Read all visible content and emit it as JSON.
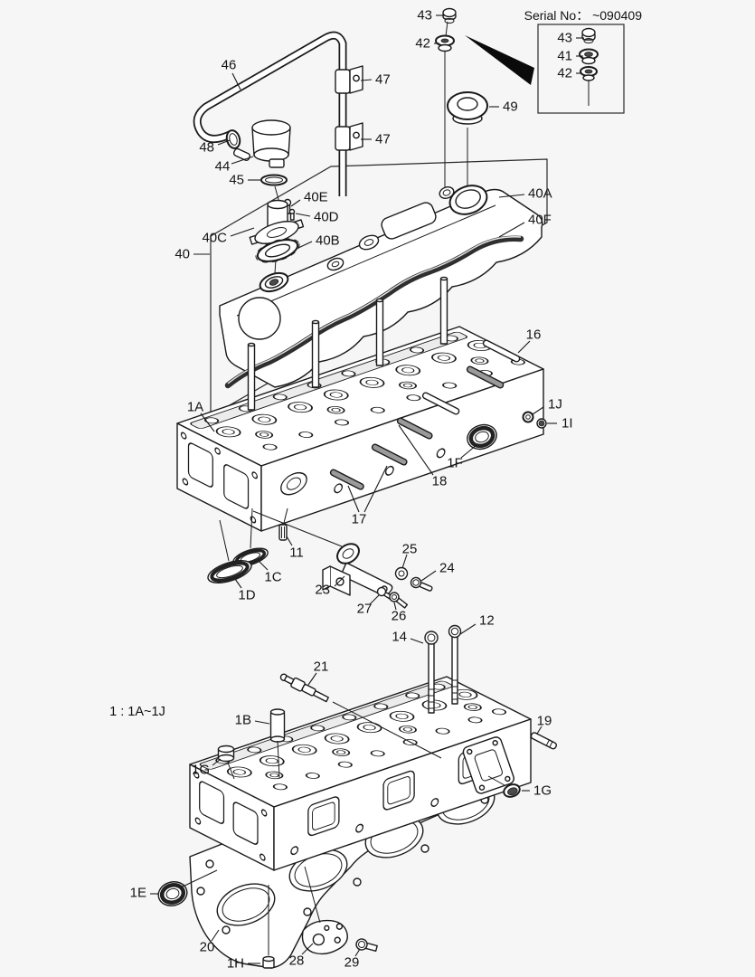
{
  "image": {
    "background": "#f6f6f6",
    "line_color": "#1a1a1a",
    "shade_color": "#ececec",
    "dark_color": "#2f2f2f"
  },
  "header": {
    "serial_label": "Serial No： ~090409"
  },
  "notes": {
    "scale_range": "1 : 1A~1J"
  },
  "callouts": {
    "inset_43": "43",
    "inset_41": "41",
    "inset_42": "42",
    "top_43": "43",
    "top_42": "42",
    "cap_49": "49",
    "tube_46": "46",
    "clamp_47_upper": "47",
    "clamp_47_lower": "47",
    "clip_48": "48",
    "cup_44": "44",
    "oring_45": "45",
    "vc_40": "40",
    "vc_40A": "40A",
    "vc_40B": "40B",
    "vc_40C": "40C",
    "vc_40D": "40D",
    "vc_40E": "40E",
    "vc_40F": "40F",
    "stud_16": "16",
    "head_1A": "1A",
    "ring_1J": "1J",
    "ring_1I": "1I",
    "seal_1F": "1F",
    "rod_18": "18",
    "stud_17": "17",
    "dowel_11": "11",
    "ring_1C": "1C",
    "ring_1D": "1D",
    "bracket_23": "23",
    "washer_25": "25",
    "bolt_24": "24",
    "bolt_27": "27",
    "bolt_26": "26",
    "bolt_14": "14",
    "bolt_12": "12",
    "glowplug_21": "21",
    "guide_1B": "1B",
    "stud_19": "19",
    "plug_1G_right": "1G",
    "plug_1G_left": "1G",
    "seal_1E": "1E",
    "gasket_20": "20",
    "plug_1H": "1H",
    "plate_28": "28",
    "bolt_29": "29"
  }
}
